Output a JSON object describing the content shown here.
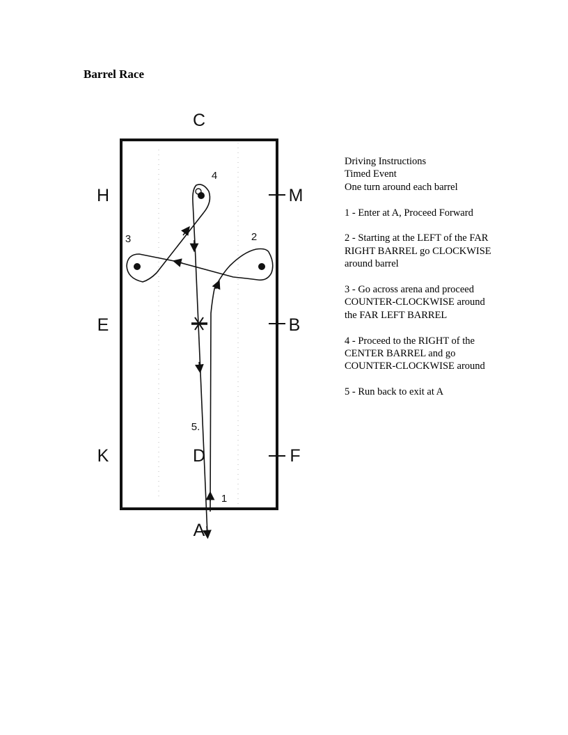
{
  "title": "Barrel Race",
  "arena": {
    "letters": {
      "top": "C",
      "bottom": "A",
      "left_top": "H",
      "left_mid": "E",
      "left_bottom": "K",
      "right_top": "M",
      "right_mid": "B",
      "right_bottom": "F",
      "center_lower": "D"
    },
    "path_labels": {
      "step1": "1",
      "step2": "2",
      "step3": "3",
      "step4": "4",
      "step5": "5."
    }
  },
  "instructions": {
    "header": [
      "Driving Instructions",
      "Timed Event",
      "One turn around each barrel"
    ],
    "step1": [
      "1 - Enter at A, Proceed Forward"
    ],
    "step2": [
      "2 - Starting at the LEFT of the FAR",
      "RIGHT BARREL go CLOCKWISE",
      "around barrel"
    ],
    "step3": [
      "3 - Go across arena and proceed",
      "COUNTER-CLOCKWISE around",
      "the FAR LEFT BARREL"
    ],
    "step4": [
      "4 - Proceed to the RIGHT of the",
      "CENTER BARREL and go",
      "COUNTER-CLOCKWISE around"
    ],
    "step5": [
      "5 - Run back to exit at A"
    ]
  }
}
